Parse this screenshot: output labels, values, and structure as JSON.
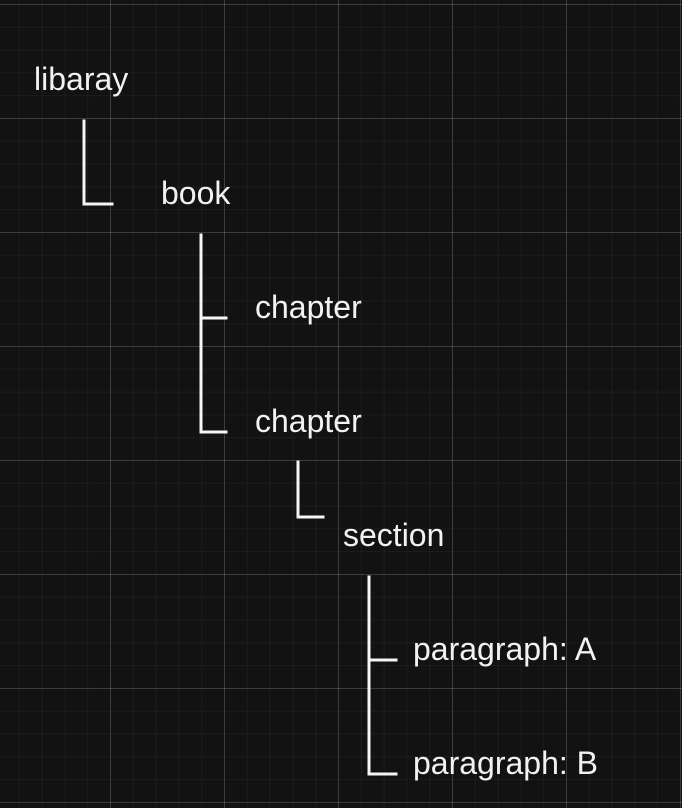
{
  "diagram": {
    "type": "tree",
    "nodes": [
      {
        "id": "n1",
        "label": "libaray",
        "parent": null
      },
      {
        "id": "n2",
        "label": "book",
        "parent": "n1"
      },
      {
        "id": "n3",
        "label": "chapter",
        "parent": "n2"
      },
      {
        "id": "n4",
        "label": "chapter",
        "parent": "n2"
      },
      {
        "id": "n5",
        "label": "section",
        "parent": "n4"
      },
      {
        "id": "n6",
        "label": "paragraph: A",
        "parent": "n5"
      },
      {
        "id": "n7",
        "label": "paragraph: B",
        "parent": "n5"
      }
    ]
  },
  "colors": {
    "background": "#121212",
    "text": "#f2f2f2",
    "connector": "#f5f5f5"
  }
}
